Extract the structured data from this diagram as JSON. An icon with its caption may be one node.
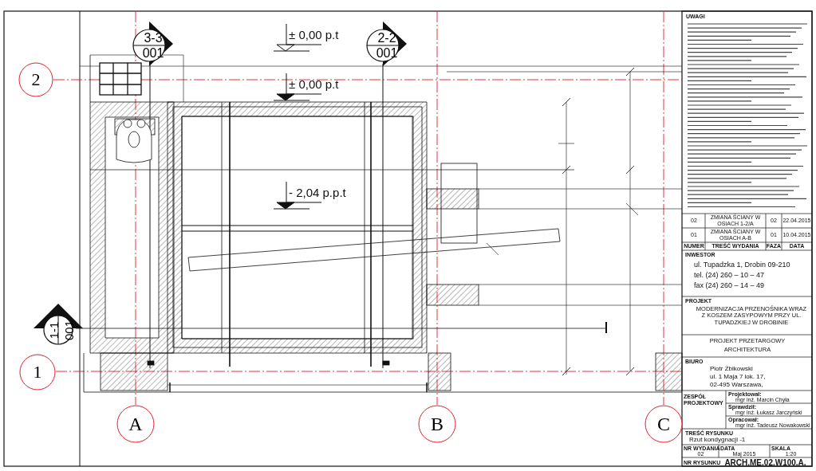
{
  "diagram": {
    "nodes": [
      {
        "text": [
          "3-3",
          "001"
        ]
      },
      {
        "text": [
          "2-2",
          "001"
        ]
      },
      {
        "text": [
          "2"
        ]
      },
      {
        "text": [
          "1-1",
          "001"
        ]
      },
      {
        "text": [
          "1"
        ]
      },
      {
        "text": [
          "A"
        ]
      },
      {
        "text": [
          "B"
        ]
      },
      {
        "text": [
          "C"
        ]
      }
    ],
    "labels": [
      "± 0,00 p.t",
      "± 0,00 p.t",
      "- 2,04 p.p.t",
      "UWAGI",
      "02",
      "ZMIANA ŚCIANY W OSIACH 1-2/A",
      "02",
      "22.04.2015",
      "01",
      "ZMIANA ŚCIANY W OSIACH A-B",
      "01",
      "10.04.2015",
      "NUMER",
      "TREŚĆ WYDANIA",
      "FAZA",
      "DATA",
      "INWESTOR",
      "ul. Tupadzka 1, Drobin 09-210",
      "tel. (24) 260 – 10 – 47",
      "fax (24) 260 – 14 – 49",
      "PROJEKT",
      "MODERNIZACJA PRZENOŚNIKA WRAZ Z KOSZEM ZASYPOWYM PRZY UL. TUPADZKIEJ W DROBINIE",
      "PROJEKT PRZETARGOWY",
      "ARCHITEKTURA",
      "BIURO",
      "Piotr Żbikowski",
      "ul. 1 Maja 7 lok. 17,",
      "02-495 Warszawa,",
      "ZESPÓŁ PROJEKTOWY",
      "Projektował:",
      "mgr inż. Marcin Chyła",
      "Sprawdził:",
      "mgr inż. Łukasz Jarczyński",
      "Opracował:",
      "mgr inż. Tadeusz Nowakowski",
      "TREŚĆ RYSUNKU",
      "Rzut kondygnacji -1",
      "NR WYDANIA",
      "DATA",
      "SKALA",
      "02",
      "Maj 2015",
      "1:20",
      "NR RYSUNKU",
      "ARCH.ME.02.W100.A."
    ]
  }
}
